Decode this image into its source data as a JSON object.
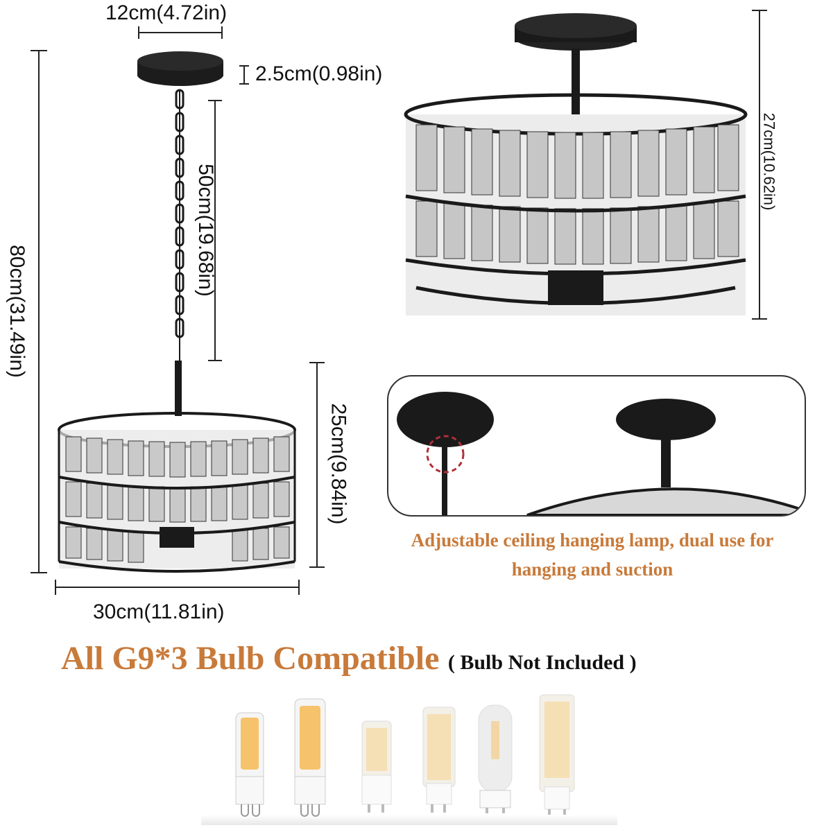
{
  "dimensions": {
    "canopy_width": "12cm(4.72in)",
    "canopy_height": "2.5cm(0.98in)",
    "chain_length": "50cm(19.68in)",
    "total_height": "80cm(31.49in)",
    "shade_height": "25cm(9.84in)",
    "shade_width": "30cm(11.81in)",
    "semi_flush_height": "27cm(10.62in)"
  },
  "callout": {
    "line1": "Adjustable ceiling hanging lamp, dual use for",
    "line2": "hanging and suction"
  },
  "bulb_section": {
    "title": "All G9*3 Bulb Compatible",
    "note": "( Bulb Not Included )",
    "bulbs": [
      "g9-cob-bulb",
      "g9-cob-bulb-tall",
      "g9-led-short",
      "g9-led-medium",
      "g9-frosted",
      "g9-led-tall"
    ]
  },
  "colors": {
    "accent_orange": "#c87a3a",
    "fixture_black": "#1a1a1a",
    "highlight_red": "#b0303a"
  }
}
